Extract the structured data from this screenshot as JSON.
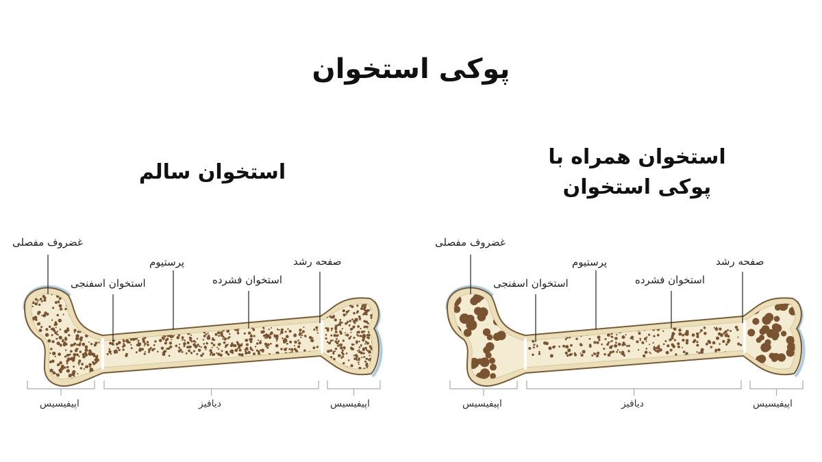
{
  "title": "پوکی استخوان",
  "diagrams": [
    {
      "heading_lines": [
        "استخوان سالم"
      ],
      "labels": {
        "articular_cartilage": "غضروف مفصلی",
        "spongy_bone": "استخوان اسفنجی",
        "periosteum": "پرستیوم",
        "compact_bone": "استخوان فشرده",
        "growth_plate": "صفحه رشد",
        "epiphysis_left": "اپیفیسیس",
        "diaphysis": "دیافیز",
        "epiphysis_right": "اپیفیسیس"
      },
      "condition": "healthy"
    },
    {
      "heading_lines": [
        "استخوان همراه با",
        "پوکی استخوان"
      ],
      "labels": {
        "articular_cartilage": "غضروف مفصلی",
        "spongy_bone": "استخوان اسفنجی",
        "periosteum": "پرستیوم",
        "compact_bone": "استخوان فشرده",
        "growth_plate": "صفحه رشد",
        "epiphysis_left": "اپیفیسیس",
        "diaphysis": "دیافیز",
        "epiphysis_right": "اپیفیسیس"
      },
      "condition": "osteoporosis"
    }
  ],
  "colors": {
    "bone_fill": "#eadfb8",
    "bone_inner": "#f3ecd2",
    "outline": "#7a5a35",
    "dots": "#7a5430",
    "cartilage": "#a9cde6"
  }
}
